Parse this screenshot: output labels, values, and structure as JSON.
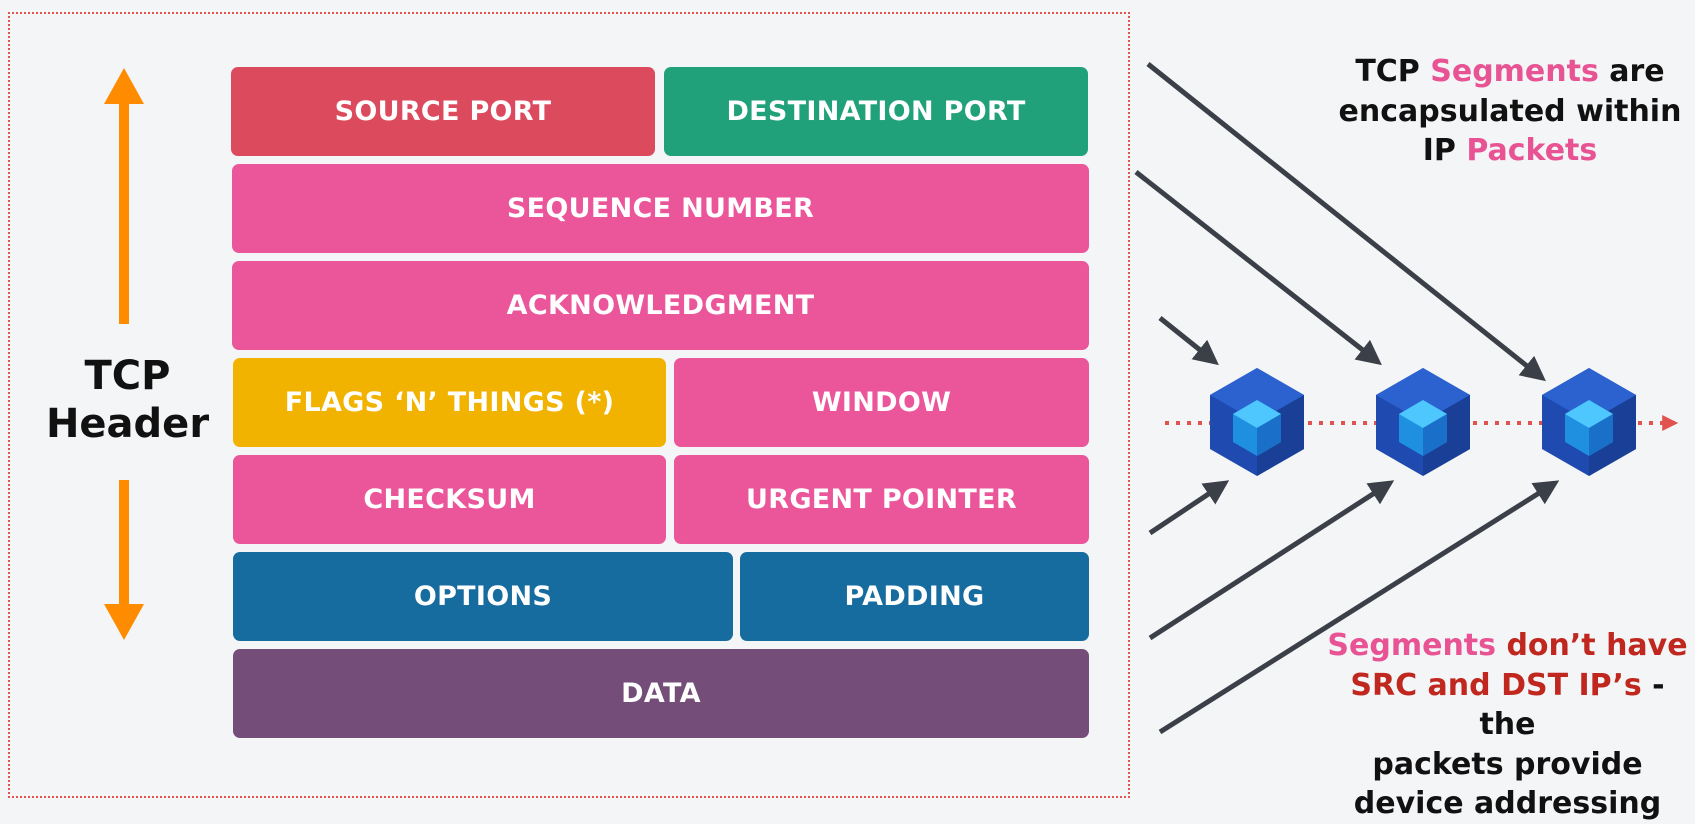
{
  "header_label": [
    "TCP",
    "Header"
  ],
  "fields": [
    {
      "id": "source-port",
      "label": "SOURCE PORT",
      "color": "#dc4a5e"
    },
    {
      "id": "destination-port",
      "label": "DESTINATION PORT",
      "color": "#20a179"
    },
    {
      "id": "sequence-number",
      "label": "SEQUENCE NUMBER",
      "color": "#eb569b"
    },
    {
      "id": "acknowledgment",
      "label": "ACKNOWLEDGMENT",
      "color": "#eb569b"
    },
    {
      "id": "flags",
      "label": "FLAGS ‘N’ THINGS (*)",
      "color": "#f2b300"
    },
    {
      "id": "window",
      "label": "WINDOW",
      "color": "#eb569b"
    },
    {
      "id": "checksum",
      "label": "CHECKSUM",
      "color": "#eb569b"
    },
    {
      "id": "urgent-pointer",
      "label": "URGENT POINTER",
      "color": "#eb569b"
    },
    {
      "id": "options",
      "label": "OPTIONS",
      "color": "#176c9f"
    },
    {
      "id": "padding",
      "label": "PADDING",
      "color": "#176c9f"
    },
    {
      "id": "data",
      "label": "DATA",
      "color": "#744e78"
    }
  ],
  "caption_top": {
    "line1_a": "TCP ",
    "line1_b": "Segments",
    "line1_c": " are",
    "line2": "encapsulated within",
    "line3_a": "IP ",
    "line3_b": "Packets"
  },
  "caption_bottom": {
    "line1_a": "Segments",
    "line1_b": " don’t have",
    "line2_a": "SRC and DST IP’s",
    "line2_b": " - the",
    "line3": "packets provide",
    "line4": "device addressing"
  },
  "colors": {
    "accent_orange": "#ff8c00",
    "arrow_dark": "#3b3f48",
    "dotted_line": "#e0534f",
    "cube_dark": "#1f4bb0",
    "cube_mid": "#2a68d4",
    "cube_light": "#4ec7ff"
  },
  "icons": [
    "up-arrow-icon",
    "down-arrow-icon",
    "packet-cube-icon"
  ]
}
